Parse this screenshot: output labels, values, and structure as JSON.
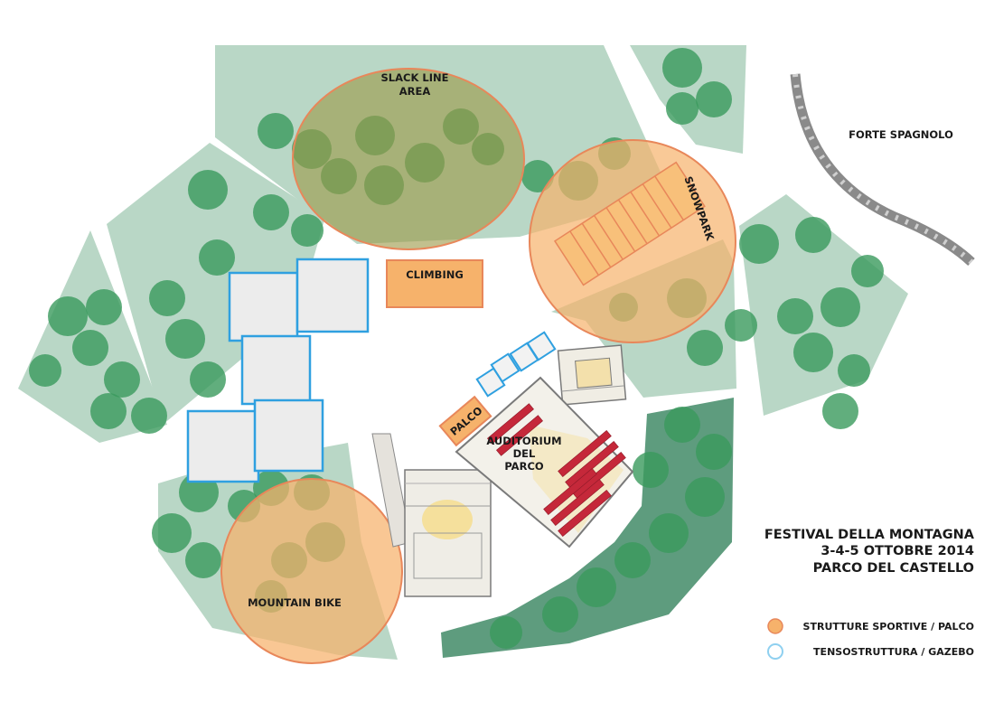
{
  "labels": {
    "slackline_line1": "SLACK LINE",
    "slackline_line2": "AREA",
    "climbing": "CLIMBING",
    "snowpark": "SNOWPARK",
    "forte": "FORTE SPAGNOLO",
    "palco": "PALCO",
    "auditorium_line1": "AUDITORIUM",
    "auditorium_line2": "DEL",
    "auditorium_line3": "PARCO",
    "mountain_bike": "MOUNTAIN BIKE"
  },
  "title": {
    "line1": "FESTIVAL DELLA MONTAGNA",
    "line2": "3-4-5 OTTOBRE 2014",
    "line3": "PARCO DEL CASTELLO"
  },
  "legend": [
    {
      "label": "STRUTTURE SPORTIVE / PALCO",
      "color": "#f6b26b"
    },
    {
      "label": "TENSOSTRUTTURA / GAZEBO",
      "color": "#8fd0f0"
    }
  ],
  "colors": {
    "green_area": "#b9d7c6",
    "green_dark_area": "#5e9c7e",
    "tree": "#3a9a5c",
    "sport_fill": "#f6b26b",
    "sport_stroke": "#e8875a",
    "tent_stroke": "#2fa0e0",
    "seats": "#c5283a"
  }
}
